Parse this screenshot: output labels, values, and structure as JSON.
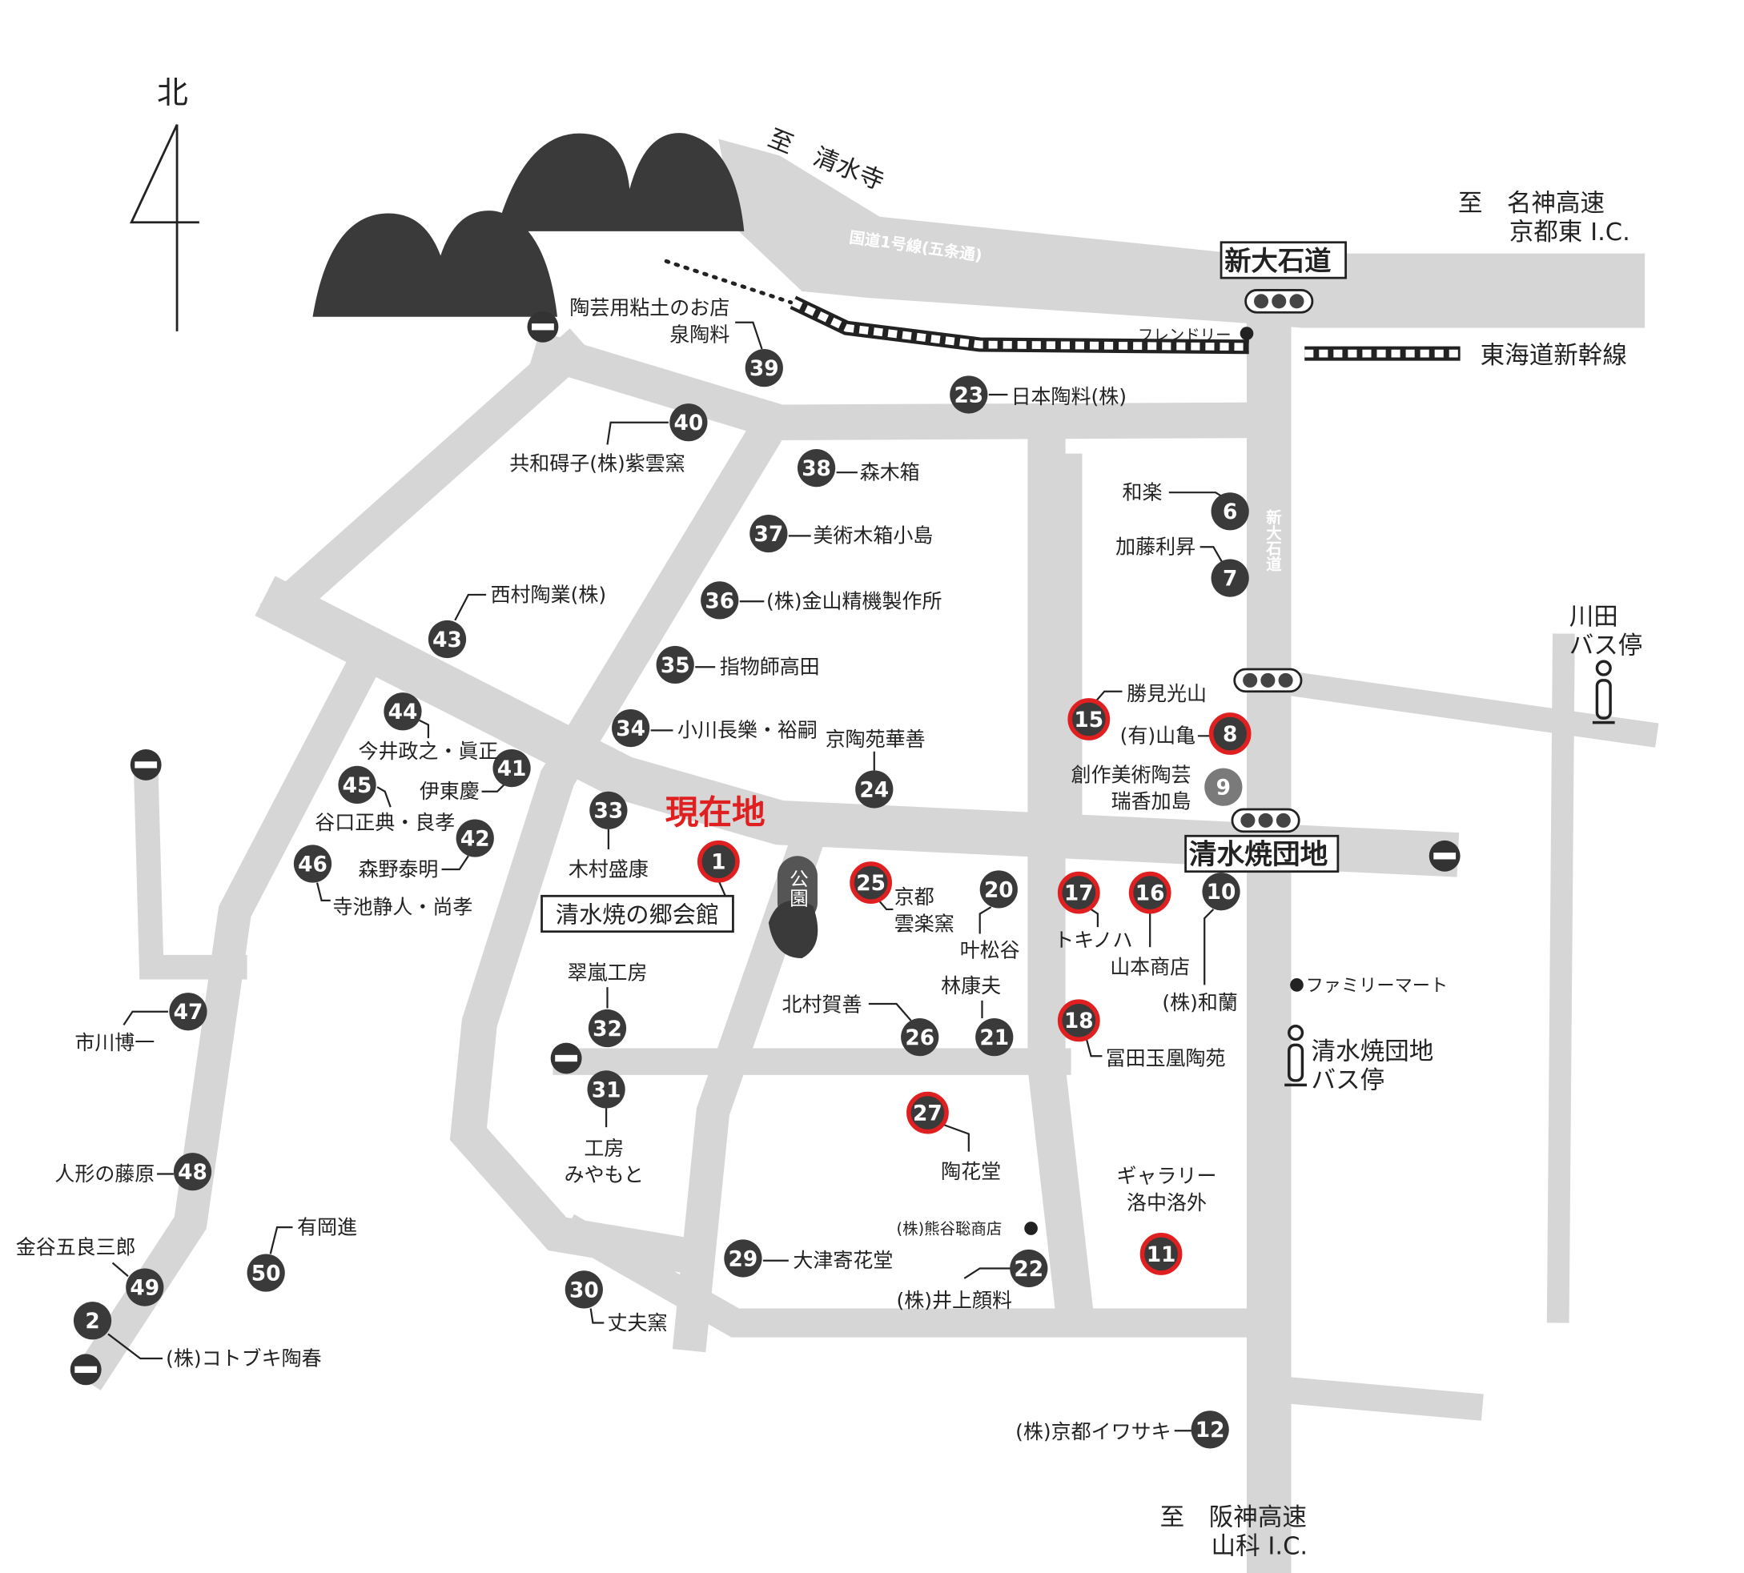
{
  "compass": {
    "north_label": "北"
  },
  "road_labels": {
    "to_kiyomizu": "至　清水寺",
    "route1": "国道1号線(五条通)",
    "to_meishin_1": "至　名神高速",
    "to_meishin_2": "京都東 I.C.",
    "shin_oishi_box": "新大石道",
    "shin_oishi_vertical": "新大石道",
    "shinkansen": "東海道新幹線",
    "to_hanshin_1": "至　阪神高速",
    "to_hanshin_2": "山科 I.C."
  },
  "landmarks": {
    "friendly": "フレンドリー",
    "familymart": "ファミリーマート",
    "kumagai": "(株)熊谷聡商店",
    "park": "公園",
    "current_location": "現在地",
    "danchi_box": "清水焼団地",
    "kawata_bus_1": "川田",
    "kawata_bus_2": "バス停",
    "danchi_bus_1": "清水焼団地",
    "danchi_bus_2": "バス停"
  },
  "colors": {
    "road": "#d6d6d6",
    "marker": "#3a3a3a",
    "highlight": "#e02020",
    "current": "#e02020"
  },
  "markers": [
    {
      "n": "1",
      "label": [
        "清水焼の郷会館"
      ],
      "highlight": true
    },
    {
      "n": "2",
      "label": [
        "(株)コトブキ陶春"
      ]
    },
    {
      "n": "6",
      "label": [
        "和楽"
      ]
    },
    {
      "n": "7",
      "label": [
        "加藤利昇"
      ]
    },
    {
      "n": "8",
      "label": [
        "(有)山亀"
      ],
      "highlight": true
    },
    {
      "n": "9",
      "label": [
        "創作美術陶芸",
        "瑞香加島"
      ],
      "gray": true
    },
    {
      "n": "10",
      "label": [
        "(株)和蘭"
      ]
    },
    {
      "n": "11",
      "label": [
        "ギャラリー",
        "洛中洛外"
      ],
      "highlight": true
    },
    {
      "n": "12",
      "label": [
        "(株)京都イワサキ"
      ]
    },
    {
      "n": "15",
      "label": [
        "勝見光山"
      ],
      "highlight": true
    },
    {
      "n": "16",
      "label": [
        "山本商店"
      ],
      "highlight": true
    },
    {
      "n": "17",
      "label": [
        "トキノハ"
      ],
      "highlight": true
    },
    {
      "n": "18",
      "label": [
        "冨田玉凰陶苑"
      ],
      "highlight": true
    },
    {
      "n": "20",
      "label": [
        "叶松谷"
      ]
    },
    {
      "n": "21",
      "label": [
        "林康夫"
      ]
    },
    {
      "n": "22",
      "label": [
        "(株)井上顔料"
      ]
    },
    {
      "n": "23",
      "label": [
        "日本陶料(株)"
      ]
    },
    {
      "n": "24",
      "label": [
        "京陶苑華善"
      ]
    },
    {
      "n": "25",
      "label": [
        "京都",
        "雲楽窯"
      ],
      "highlight": true
    },
    {
      "n": "26",
      "label": [
        "北村賀善"
      ]
    },
    {
      "n": "27",
      "label": [
        "陶花堂"
      ],
      "highlight": true
    },
    {
      "n": "29",
      "label": [
        "大津寄花堂"
      ]
    },
    {
      "n": "30",
      "label": [
        "丈夫窯"
      ]
    },
    {
      "n": "31",
      "label": [
        "工房",
        "みやもと"
      ]
    },
    {
      "n": "32",
      "label": [
        "翠嵐工房"
      ]
    },
    {
      "n": "33",
      "label": [
        "木村盛康"
      ]
    },
    {
      "n": "34",
      "label": [
        "小川長樂・裕嗣"
      ]
    },
    {
      "n": "35",
      "label": [
        "指物師高田"
      ]
    },
    {
      "n": "36",
      "label": [
        "(株)金山精機製作所"
      ]
    },
    {
      "n": "37",
      "label": [
        "美術木箱小島"
      ]
    },
    {
      "n": "38",
      "label": [
        "森木箱"
      ]
    },
    {
      "n": "39",
      "label": [
        "陶芸用粘土のお店",
        "泉陶料"
      ]
    },
    {
      "n": "40",
      "label": [
        "共和碍子(株)紫雲窯"
      ]
    },
    {
      "n": "41",
      "label": [
        "伊東慶"
      ]
    },
    {
      "n": "42",
      "label": [
        "森野泰明"
      ]
    },
    {
      "n": "43",
      "label": [
        "西村陶業(株)"
      ]
    },
    {
      "n": "44",
      "label": [
        "今井政之・眞正"
      ]
    },
    {
      "n": "45",
      "label": [
        "谷口正典・良孝"
      ]
    },
    {
      "n": "46",
      "label": [
        "寺池静人・尚孝"
      ]
    },
    {
      "n": "47",
      "label": [
        "市川博一"
      ]
    },
    {
      "n": "48",
      "label": [
        "人形の藤原"
      ]
    },
    {
      "n": "49",
      "label": [
        "金谷五良三郎"
      ]
    },
    {
      "n": "50",
      "label": [
        "有岡進"
      ]
    }
  ]
}
